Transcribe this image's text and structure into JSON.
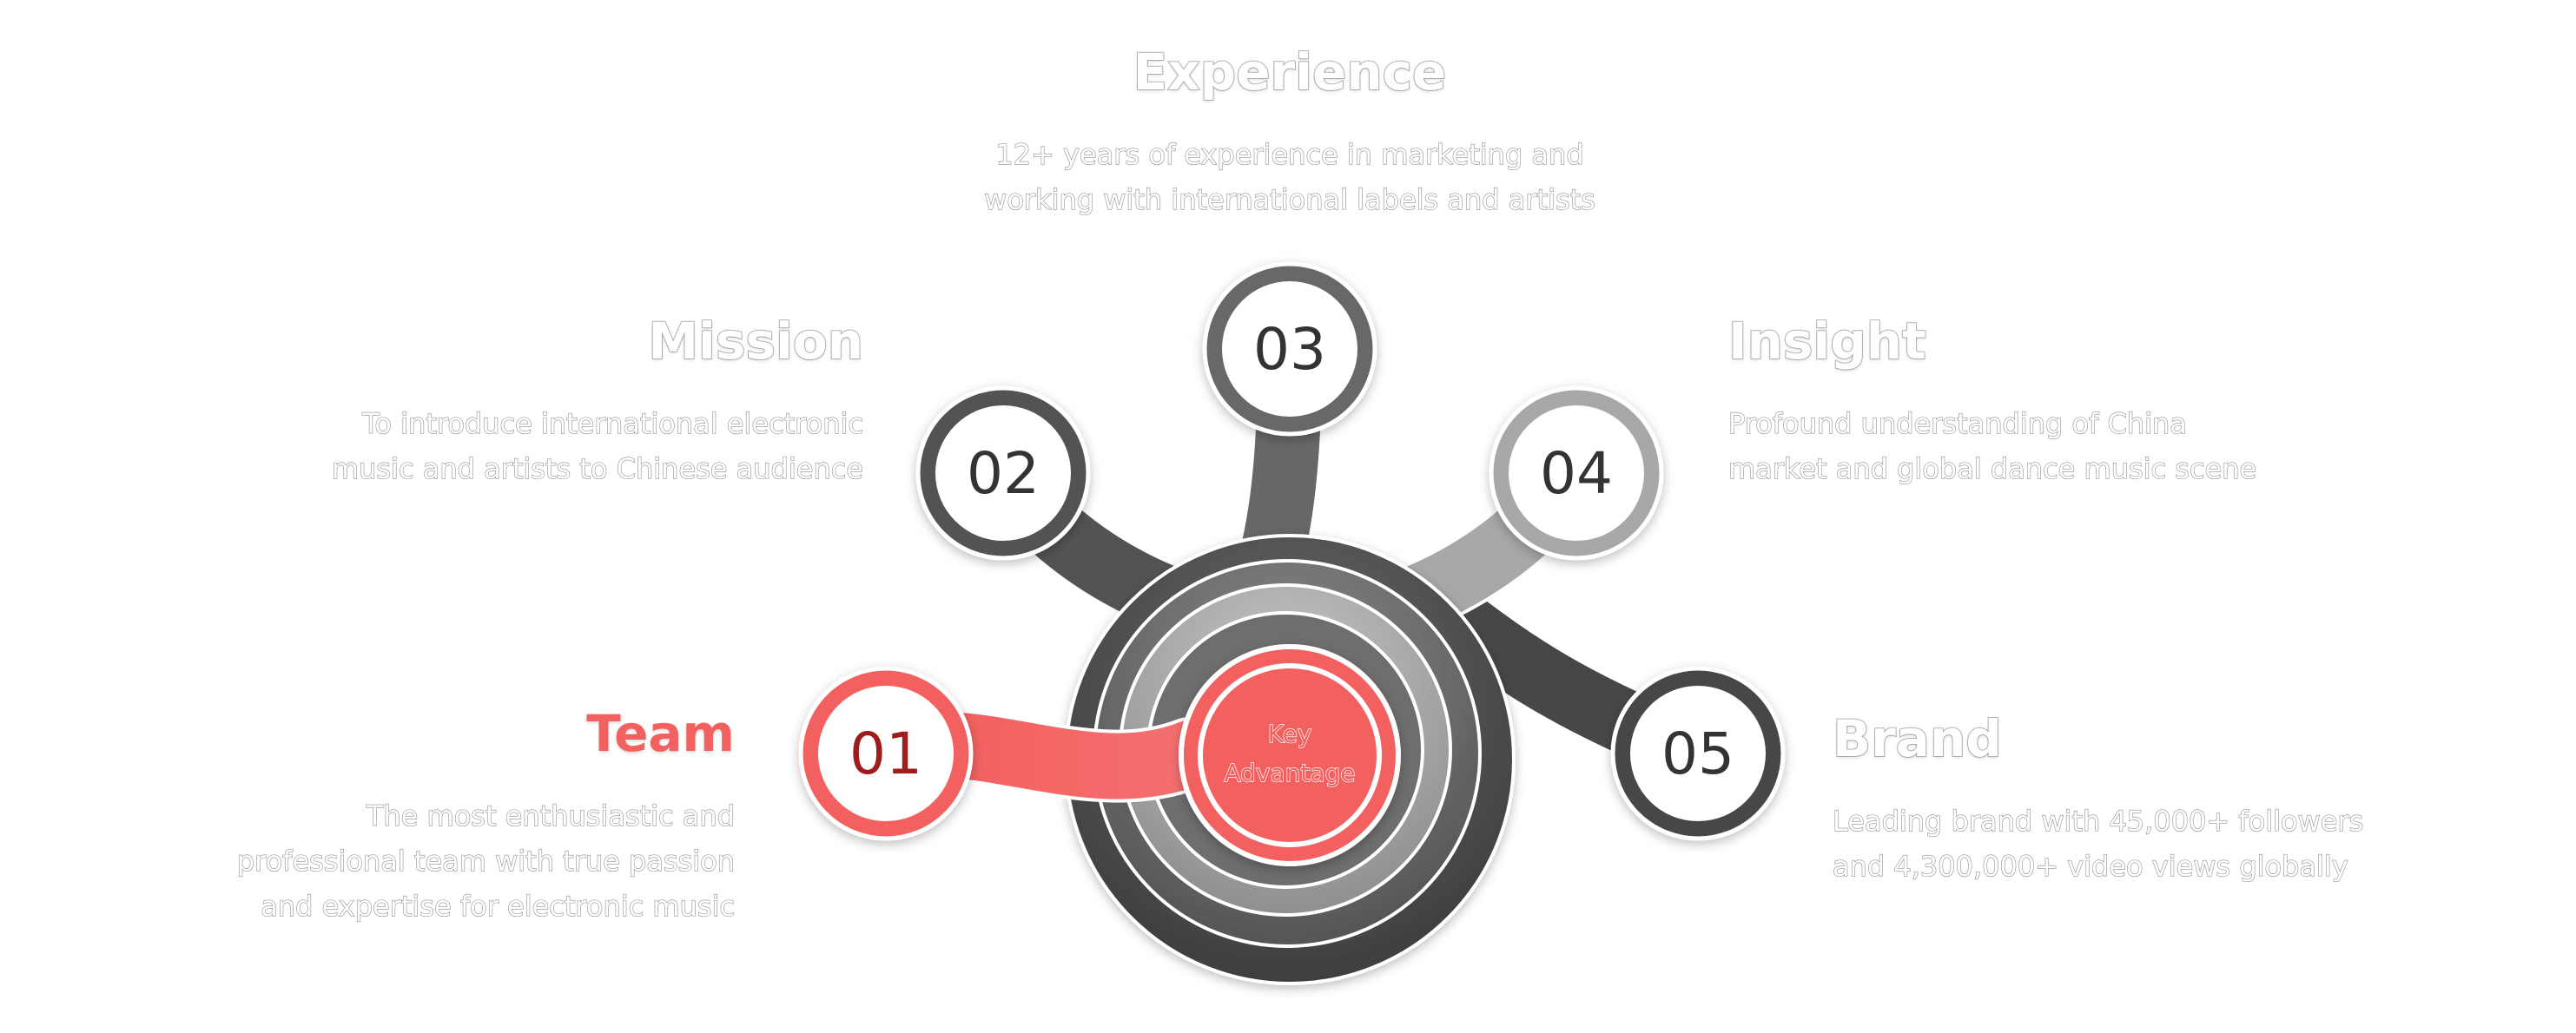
{
  "center": {
    "line1": "Key",
    "line2": "Advantage"
  },
  "items": [
    {
      "number": "01",
      "title": "Team",
      "description": "The most enthusiastic and\nprofessional team with true passion\nand expertise for electronic music"
    },
    {
      "number": "02",
      "title": "Mission",
      "description": "To introduce international electronic\nmusic and artists to Chinese audience"
    },
    {
      "number": "03",
      "title": "Experience",
      "description": "12+ years of experience in marketing and\nworking with international labels and artists"
    },
    {
      "number": "04",
      "title": "Insight",
      "description": "Profound understanding of China\nmarket and global dance music scene"
    },
    {
      "number": "05",
      "title": "Brand",
      "description": "Leading brand with 45,000+ followers\nand 4,300,000+ video views globally"
    }
  ],
  "colors": {
    "accent": "#f26060",
    "dark": "#474747",
    "mid": "#676767",
    "light": "#a8a8a8"
  }
}
